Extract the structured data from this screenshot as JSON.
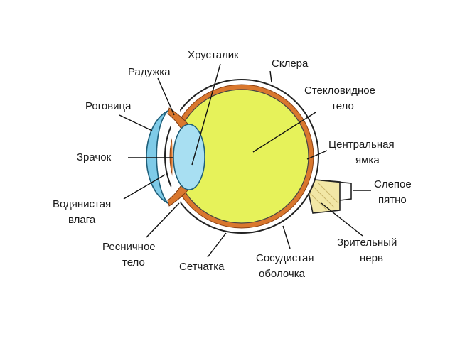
{
  "labels": {
    "lens": "Хрусталик",
    "sclera": "Склера",
    "iris": "Радужка",
    "vitreous_1": "Стекловидное",
    "vitreous_2": "тело",
    "cornea": "Роговица",
    "fovea_1": "Центральная",
    "fovea_2": "ямка",
    "pupil": "Зрачок",
    "blind_spot_1": "Слепое",
    "blind_spot_2": "пятно",
    "aqueous_1": "Водянистая",
    "aqueous_2": "влага",
    "optic_nerve_1": "Зрительный",
    "optic_nerve_2": "нерв",
    "ciliary_1": "Ресничное",
    "ciliary_2": "тело",
    "retina": "Сетчатка",
    "choroid_1": "Сосудистая",
    "choroid_2": "оболочка"
  },
  "colors": {
    "vitreous": "#e6f25a",
    "choroid": "#d9772e",
    "sclera": "#ffffff",
    "outline": "#222222",
    "lens": "#a8dff2",
    "cornea": "#7fcbe8",
    "optic_nerve": "#f2e7a6"
  }
}
